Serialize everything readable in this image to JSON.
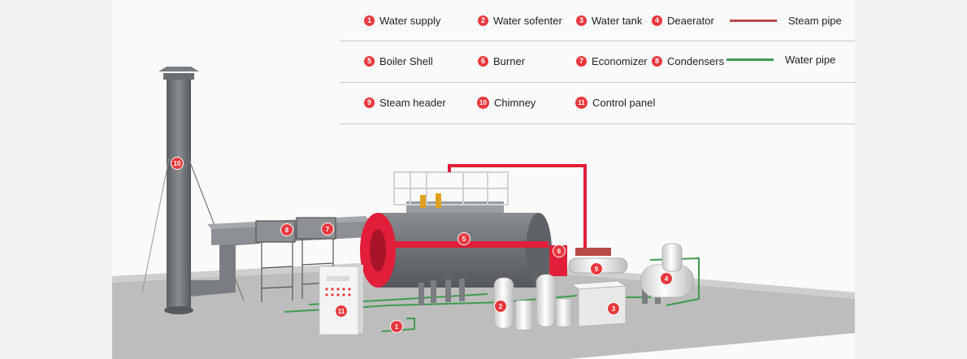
{
  "colors": {
    "accent": "#e8383d",
    "steam_pipe": "#b94a4a",
    "water_pipe": "#3f9a4f",
    "boiler_body": "#6b6e72",
    "floor": "#bdbdbd"
  },
  "legend": {
    "items": [
      {
        "num": "1",
        "label": "Water supply"
      },
      {
        "num": "2",
        "label": "Water sofenter"
      },
      {
        "num": "3",
        "label": "Water tank"
      },
      {
        "num": "4",
        "label": "Deaerator"
      },
      {
        "num": "5",
        "label": "Boiler Shell"
      },
      {
        "num": "6",
        "label": "Burner"
      },
      {
        "num": "7",
        "label": "Economizer"
      },
      {
        "num": "8",
        "label": "Condensers"
      },
      {
        "num": "9",
        "label": "Steam header"
      },
      {
        "num": "10",
        "label": "Chimney"
      },
      {
        "num": "11",
        "label": "Control panel"
      }
    ],
    "pipes": [
      {
        "label": "Steam pipe"
      },
      {
        "label": "Water pipe"
      }
    ]
  },
  "markers": [
    "1",
    "2",
    "3",
    "4",
    "5",
    "6",
    "7",
    "8",
    "9",
    "10",
    "11"
  ]
}
